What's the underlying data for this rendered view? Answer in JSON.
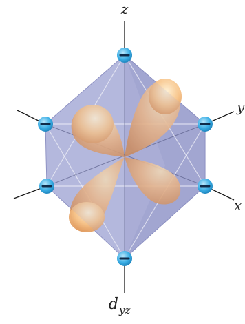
{
  "axes": {
    "z_label": "z",
    "y_label": "y",
    "x_label": "x"
  },
  "caption": {
    "main": "d",
    "subscript": "yz"
  },
  "ligands": {
    "count": 6,
    "charge_symbol": "minus-sign-icon",
    "color": "#39aee6"
  },
  "colors": {
    "octahedron_fill": "#a9acd6",
    "octahedron_edge": "#7f83b8",
    "orbital_lobe": "#e8a46a",
    "orbital_highlight": "#fde1b2"
  }
}
